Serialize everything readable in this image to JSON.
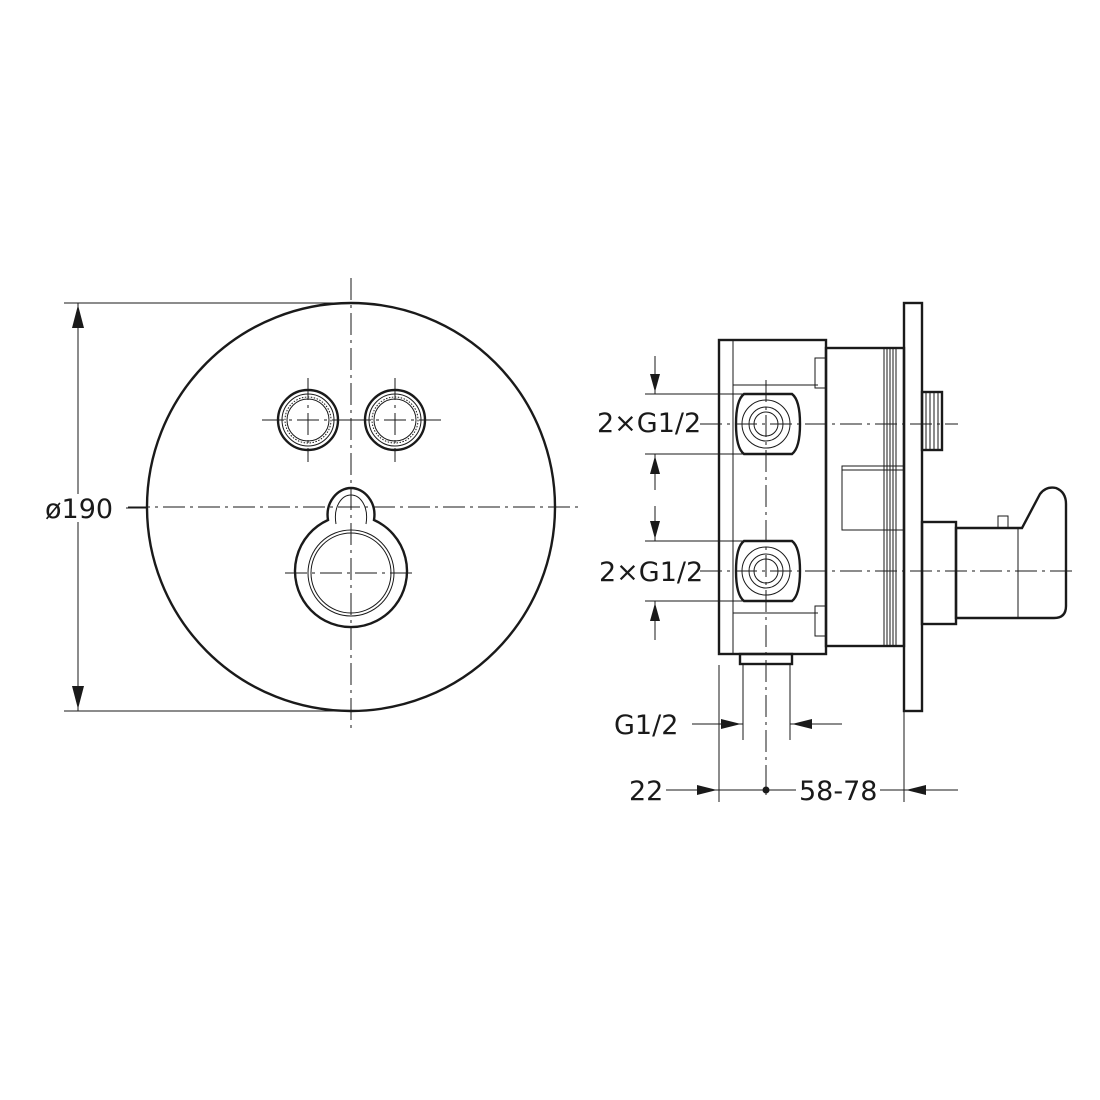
{
  "front_view": {
    "diameter_label": "ø190"
  },
  "side_view": {
    "upper_connection_label": "2×G1/2",
    "lower_connection_label": "2×G1/2",
    "bottom_connection_label": "G1/2",
    "depth_left_label": "22",
    "depth_range_label": "58-78"
  },
  "colors": {
    "line": "#1a1a1a",
    "background": "#ffffff"
  }
}
